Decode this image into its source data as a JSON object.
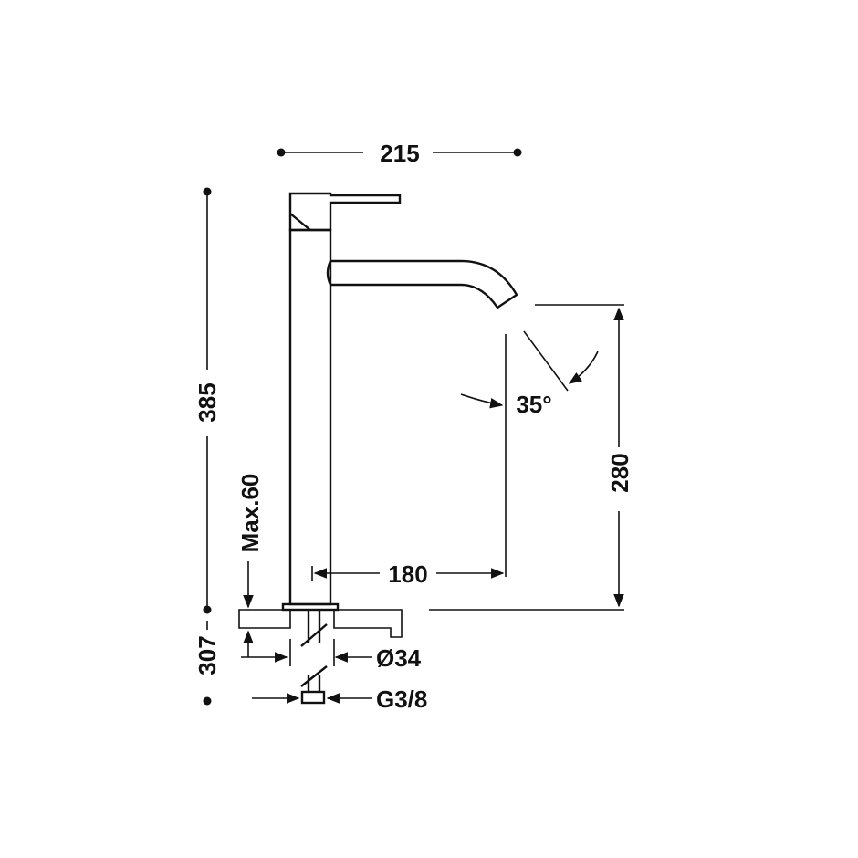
{
  "dimensions": {
    "total_width": "215",
    "total_height": "385",
    "spout_height": "280",
    "spout_reach": "180",
    "max_deck": "Max.60",
    "below_deck": "307",
    "hole_diameter": "Ø34",
    "connection_thread": "G3/8",
    "spout_angle": "35°"
  },
  "colors": {
    "line": "#111111",
    "background": "#ffffff"
  }
}
